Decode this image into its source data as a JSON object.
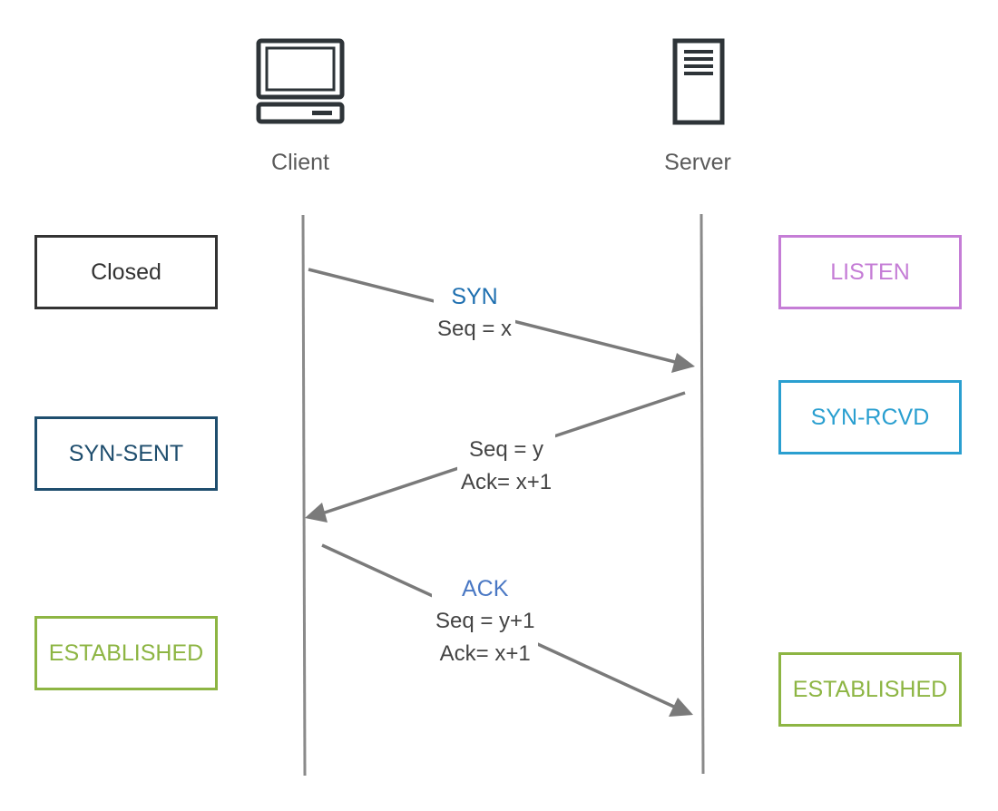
{
  "endpoints": {
    "client": {
      "label": "Client",
      "icon": "computer-icon"
    },
    "server": {
      "label": "Server",
      "icon": "server-icon"
    }
  },
  "client_states": [
    {
      "label": "Closed",
      "color": "#333333"
    },
    {
      "label": "SYN-SENT",
      "color": "#1f4e6e"
    },
    {
      "label": "ESTABLISHED",
      "color": "#8db543"
    }
  ],
  "server_states": [
    {
      "label": "LISTEN",
      "color": "#c57dd6"
    },
    {
      "label": "SYN-RCVD",
      "color": "#2a9fd0"
    },
    {
      "label": "ESTABLISHED",
      "color": "#8db543"
    }
  ],
  "messages": [
    {
      "title": "SYN",
      "title_color": "#1e6fb0",
      "lines": [
        "Seq = x"
      ],
      "direction": "client-to-server"
    },
    {
      "title": "",
      "title_color": "#1e6fb0",
      "lines": [
        "Seq = y",
        "Ack= x+1"
      ],
      "direction": "server-to-client"
    },
    {
      "title": "ACK",
      "title_color": "#4a78c4",
      "lines": [
        "Seq = y+1",
        "Ack= x+1"
      ],
      "direction": "client-to-server"
    }
  ],
  "colors": {
    "timeline": "#8a8a8a",
    "arrow": "#7a7a7a",
    "icon": "#2e3438"
  }
}
